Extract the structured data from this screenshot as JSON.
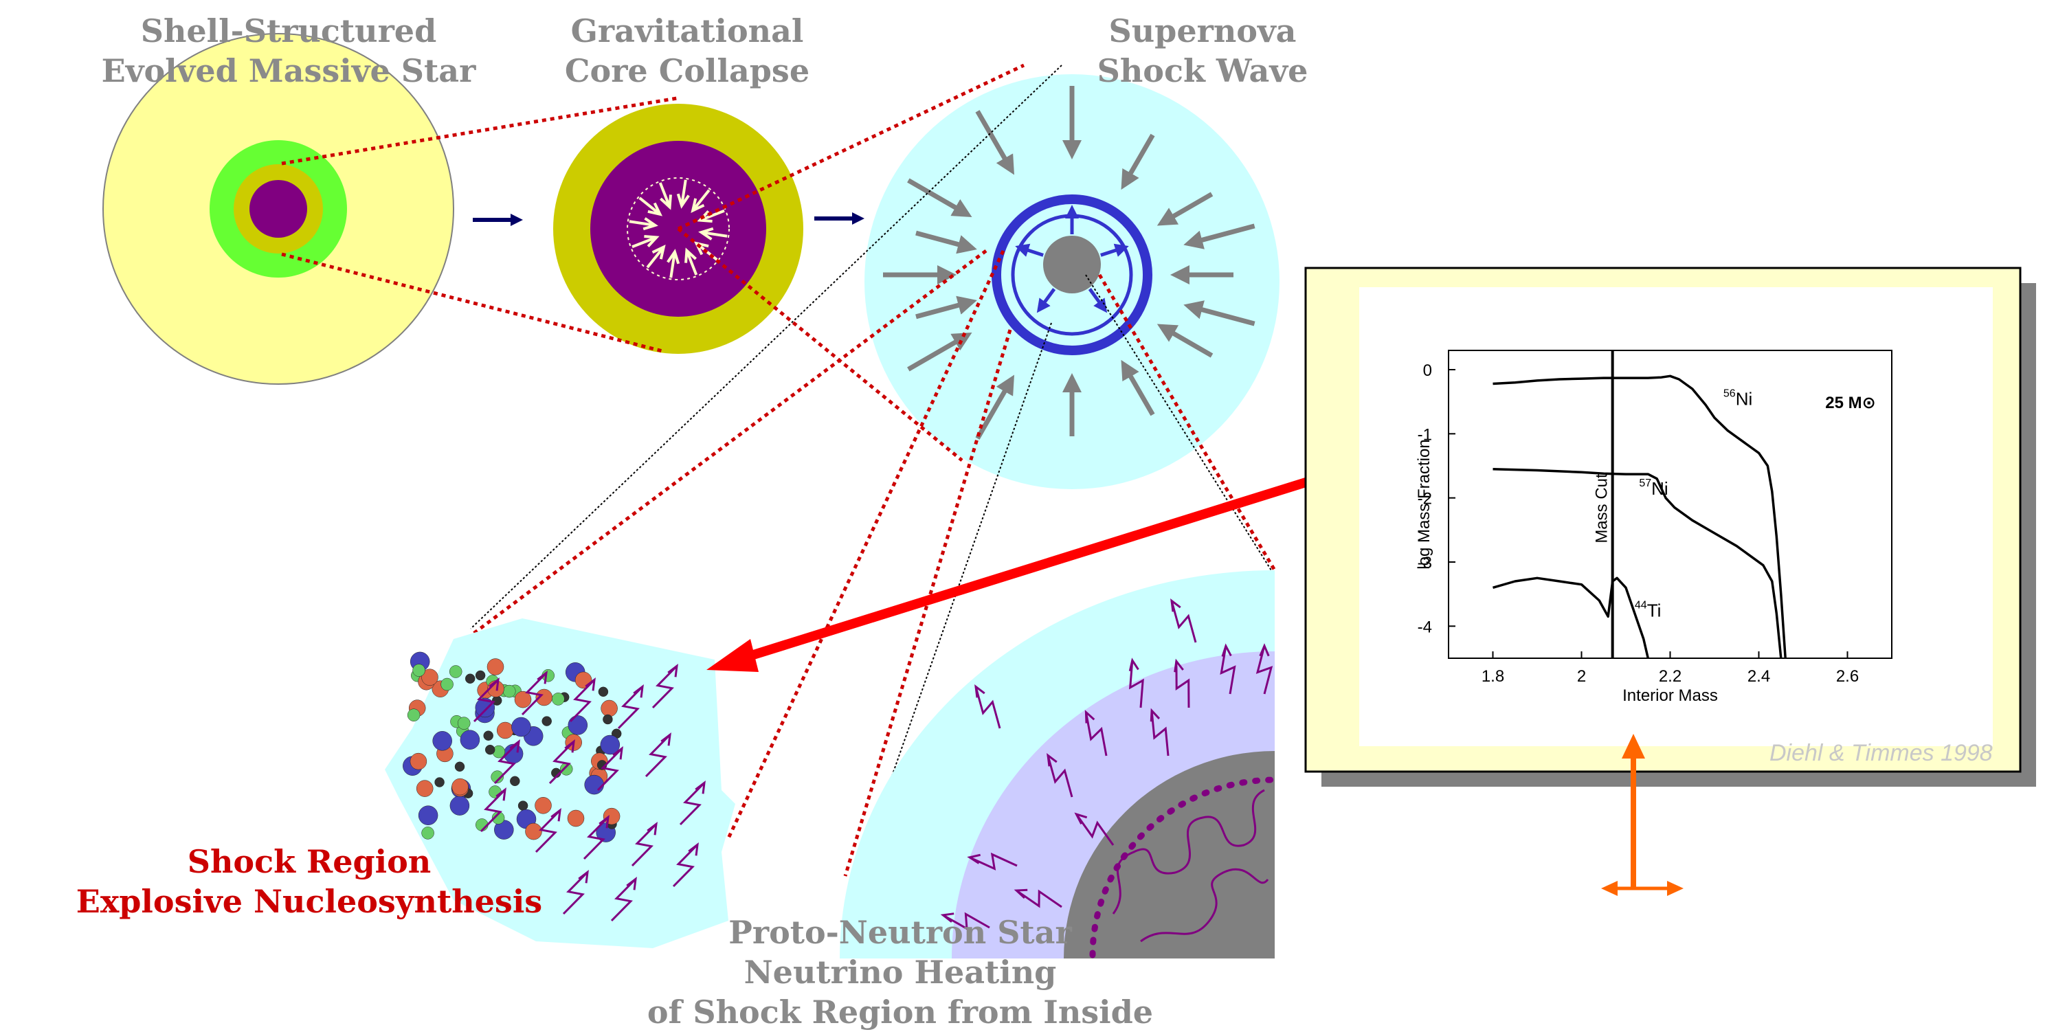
{
  "labels": {
    "shell": [
      "Shell-Structured",
      "Evolved Massive Star"
    ],
    "collapse": [
      "Gravitational",
      "Core Collapse"
    ],
    "shock": [
      "Supernova",
      "Shock Wave"
    ],
    "shock_region": [
      "Shock Region",
      "Explosive Nucleosynthesis"
    ],
    "proto": [
      "Proto-Neutron Star",
      "Neutrino Heating",
      "of Shock Region from Inside"
    ]
  },
  "credit": "Diehl & Timmes 1998",
  "colors": {
    "pale_yellow": "#ffff99",
    "green": "#66ff33",
    "olive": "#cccc00",
    "purple": "#800080",
    "cyan": "#ccffff",
    "blue": "#3333cc",
    "gray": "#808080",
    "red": "#ff0000",
    "orange": "#ff6600",
    "lavender": "#ccccff"
  },
  "chart_data": {
    "type": "line",
    "xlabel": "Interior Mass",
    "ylabel": "log Mass Fraction",
    "xlim": [
      1.7,
      2.7
    ],
    "ylim": [
      -4.5,
      0.3
    ],
    "xticks": [
      "1.8",
      "2",
      "2.2",
      "2.4",
      "2.6"
    ],
    "yticks": [
      "0",
      "-1",
      "-2",
      "-3",
      "-4"
    ],
    "annotation": "25 M⊙",
    "vline": {
      "x": 2.07,
      "label": "Mass Cut"
    },
    "series": [
      {
        "name": "56Ni",
        "sup": "56",
        "el": "Ni",
        "x": [
          1.8,
          1.85,
          1.9,
          1.95,
          2.0,
          2.05,
          2.1,
          2.15,
          2.18,
          2.2,
          2.22,
          2.25,
          2.28,
          2.3,
          2.33,
          2.36,
          2.38,
          2.4,
          2.42,
          2.43,
          2.44,
          2.45,
          2.46
        ],
        "y": [
          -0.22,
          -0.2,
          -0.17,
          -0.15,
          -0.14,
          -0.13,
          -0.13,
          -0.13,
          -0.12,
          -0.1,
          -0.15,
          -0.3,
          -0.55,
          -0.75,
          -0.95,
          -1.1,
          -1.2,
          -1.3,
          -1.5,
          -1.9,
          -2.6,
          -3.5,
          -4.5
        ]
      },
      {
        "name": "57Ni",
        "sup": "57",
        "el": "Ni",
        "x": [
          1.8,
          1.9,
          2.0,
          2.05,
          2.1,
          2.15,
          2.17,
          2.19,
          2.21,
          2.25,
          2.3,
          2.35,
          2.38,
          2.41,
          2.43,
          2.44,
          2.45
        ],
        "y": [
          -1.55,
          -1.57,
          -1.6,
          -1.62,
          -1.63,
          -1.63,
          -1.7,
          -2.0,
          -2.15,
          -2.35,
          -2.55,
          -2.75,
          -2.9,
          -3.05,
          -3.3,
          -3.8,
          -4.5
        ]
      },
      {
        "name": "44Ti",
        "sup": "44",
        "el": "Ti",
        "x": [
          1.8,
          1.85,
          1.9,
          1.95,
          2.0,
          2.04,
          2.06,
          2.07,
          2.08,
          2.1,
          2.12,
          2.14,
          2.15
        ],
        "y": [
          -3.4,
          -3.3,
          -3.25,
          -3.3,
          -3.35,
          -3.6,
          -3.85,
          -3.3,
          -3.25,
          -3.4,
          -3.8,
          -4.2,
          -4.5
        ]
      }
    ]
  }
}
